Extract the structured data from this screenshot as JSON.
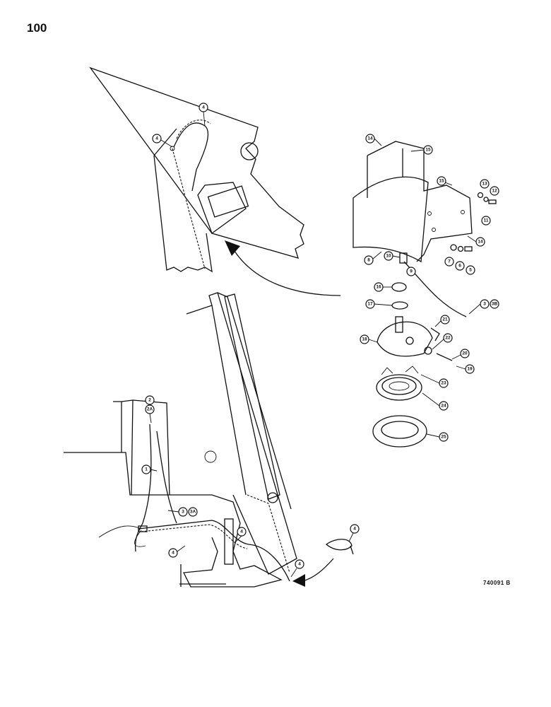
{
  "page": {
    "number": "100",
    "figure_code": "740091 B"
  },
  "callouts": {
    "c1": "1",
    "c2": "2",
    "c2a": "2A",
    "c3": "3",
    "c3a": "3A",
    "c3b": "3B",
    "c4": "4",
    "c5": "5",
    "c6": "6",
    "c7": "7",
    "c8": "8",
    "c9": "9",
    "c10": "10",
    "c11": "11",
    "c12": "12",
    "c13": "13",
    "c14": "14",
    "c15": "15",
    "c16": "16",
    "c17": "17",
    "c18": "18",
    "c19": "19",
    "c20": "20",
    "c21": "21",
    "c22": "22",
    "c23": "23",
    "c24": "24",
    "c25": "25"
  }
}
